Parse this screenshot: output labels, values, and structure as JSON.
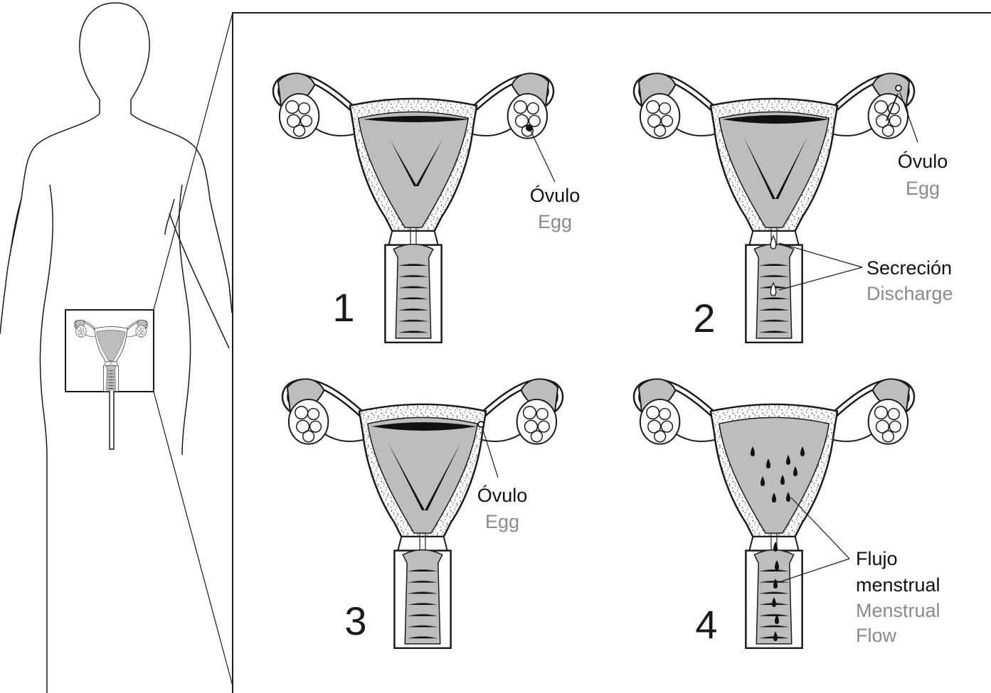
{
  "colors": {
    "tissue_gray": "#bdbdbd",
    "cavity_black": "#111111",
    "outline": "#1a1a1a",
    "english_label": "#8a8a8a",
    "spanish_label": "#111111",
    "number": "#1a1a1a"
  },
  "panels": [
    {
      "number": "1",
      "labels": [
        {
          "es": "Óvulo",
          "en": "Egg"
        }
      ]
    },
    {
      "number": "2",
      "labels": [
        {
          "es": "Óvulo",
          "en": "Egg"
        },
        {
          "es": "Secreción",
          "en": "Discharge"
        }
      ]
    },
    {
      "number": "3",
      "labels": [
        {
          "es": "Óvulo",
          "en": "Egg"
        }
      ]
    },
    {
      "number": "4",
      "labels": [
        {
          "es_line1": "Flujo",
          "es_line2": "menstrual",
          "en_line1": "Menstrual",
          "en_line2": "Flow"
        }
      ]
    }
  ]
}
